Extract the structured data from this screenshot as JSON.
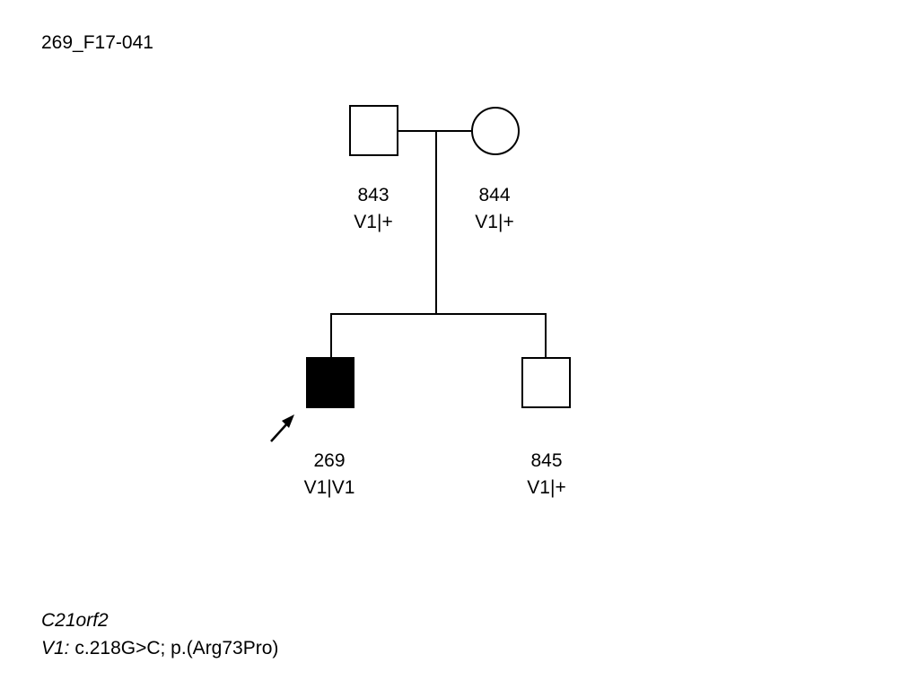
{
  "family_id": "269_F17-041",
  "colors": {
    "stroke": "#000000",
    "affected_fill": "#000000",
    "unaffected_fill": "#ffffff"
  },
  "individuals": [
    {
      "id": "843",
      "genotype": "V1|+",
      "sex": "male",
      "affected": false,
      "proband": false
    },
    {
      "id": "844",
      "genotype": "V1|+",
      "sex": "female",
      "affected": false,
      "proband": false
    },
    {
      "id": "269",
      "genotype": "V1|V1",
      "sex": "male",
      "affected": true,
      "proband": true
    },
    {
      "id": "845",
      "genotype": "V1|+",
      "sex": "male",
      "affected": false,
      "proband": false
    }
  ],
  "legend": {
    "gene": "C21orf2",
    "variant_label": "V1:",
    "variant_description": "c.218G>C; p.(Arg73Pro)"
  }
}
